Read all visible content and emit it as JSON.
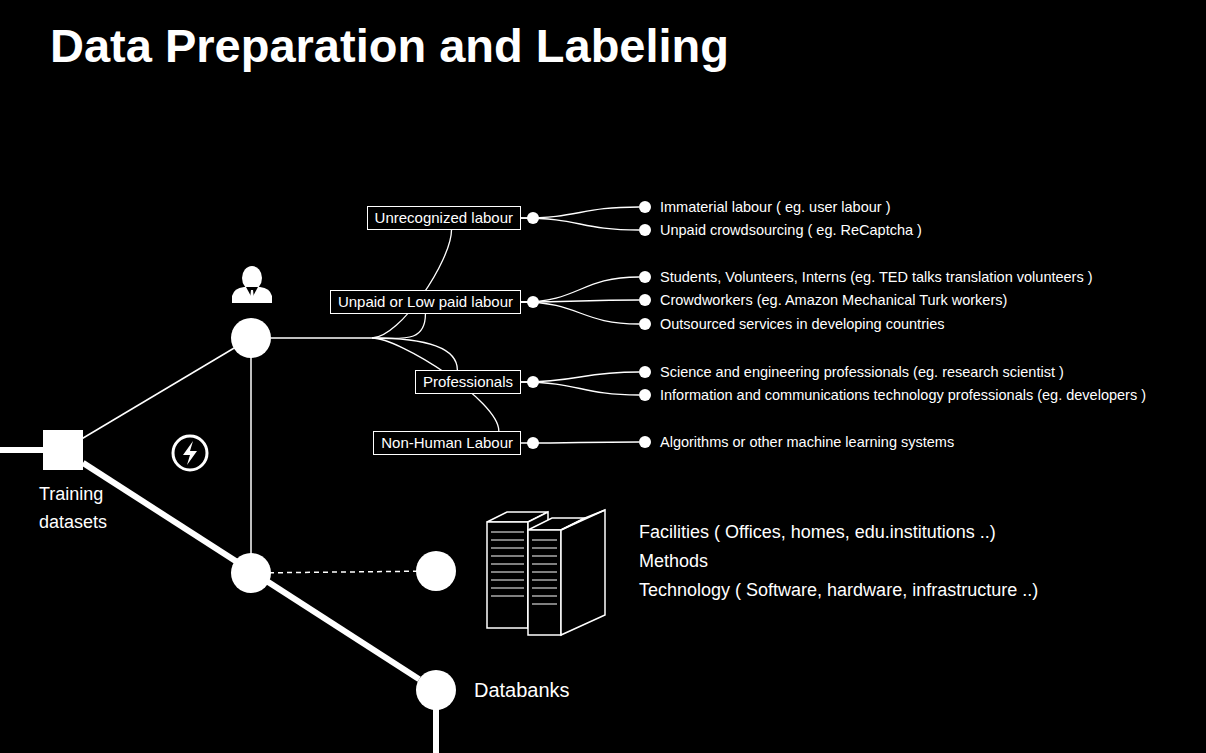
{
  "diagram": {
    "title": "Data Preparation and Labeling",
    "nodes": [
      {
        "text": [
          "Unrecognized labour"
        ]
      },
      {
        "text": [
          "Immaterial labour ( eg. user labour )"
        ]
      },
      {
        "text": [
          "Unpaid crowdsourcing ( eg. ReCaptcha )"
        ]
      },
      {
        "text": [
          "Unpaid or Low paid labour"
        ]
      },
      {
        "text": [
          "Students, Volunteers, Interns (eg. TED talks translation volunteers )"
        ]
      },
      {
        "text": [
          "Crowdworkers (eg. Amazon Mechanical Turk workers)"
        ]
      },
      {
        "text": [
          "Outsourced services in developing countries"
        ]
      },
      {
        "text": [
          "Professionals"
        ]
      },
      {
        "text": [
          "Science and engineering professionals (eg. research scientist )"
        ]
      },
      {
        "text": [
          "Information and communications technology professionals (eg. developers )"
        ]
      },
      {
        "text": [
          "Non-Human Labour"
        ]
      },
      {
        "text": [
          "Algorithms or other machine learning systems"
        ]
      },
      {
        "text": [
          "Training datasets"
        ]
      },
      {
        "text": [
          "Databanks"
        ]
      }
    ],
    "edges": [
      {
        "from": 0,
        "to": 1,
        "arrow": "none"
      },
      {
        "from": 0,
        "to": 2,
        "arrow": "none"
      },
      {
        "from": 3,
        "to": 4,
        "arrow": "none"
      },
      {
        "from": 3,
        "to": 5,
        "arrow": "none"
      },
      {
        "from": 3,
        "to": 6,
        "arrow": "none"
      },
      {
        "from": 7,
        "to": 8,
        "arrow": "none"
      },
      {
        "from": 7,
        "to": 9,
        "arrow": "none"
      },
      {
        "from": 10,
        "to": 11,
        "arrow": "none"
      },
      {
        "from": 12,
        "to": 13,
        "arrow": "none"
      }
    ],
    "labels": [
      "Facilities ( Offices, homes, edu.institutions ..)",
      "Methods",
      "Technology ( Software, hardware, infrastructure ..)"
    ]
  }
}
